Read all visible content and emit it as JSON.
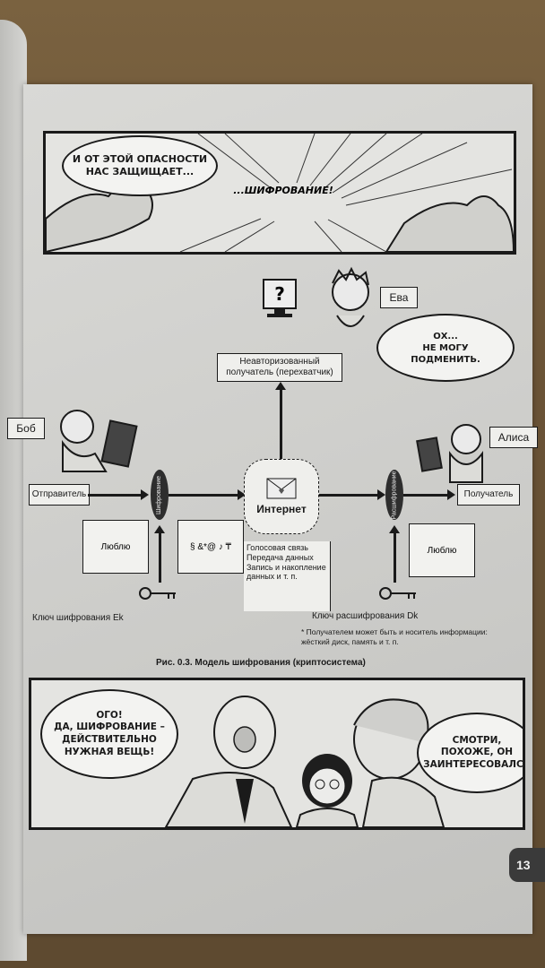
{
  "panel_top": {
    "bubble_text": "И ОТ ЭТОЙ ОПАСНОСТИ\nНАС ЗАЩИЩАЕТ...",
    "burst_text": "...ШИФРОВАНИЕ!"
  },
  "figure": {
    "eve_name": "Ева",
    "eve_speech": "ОХ...\nНЕ МОГУ\nПОДМЕНИТЬ.",
    "unauthorized_receiver": "Неавторизованный\nполучатель (перехватчик)",
    "bob_name": "Боб",
    "alice_name": "Алиса",
    "sender": "Отправитель",
    "encrypt_label": "Шифрование",
    "internet": "Интернет",
    "decrypt_label": "Расшифрование",
    "receiver": "Получатель",
    "plaintext_1": "Люблю",
    "ciphertext": "§ &*@ ♪ ₸",
    "channel_list": "Голосовая связь\nПередача данных\nЗапись и накопление\nданных и т. п.",
    "plaintext_2": "Люблю",
    "encrypt_key": "Ключ шифрования Ek",
    "decrypt_key": "Ключ расшифрования Dk",
    "footnote": "* Получателем может быть и носитель информации:\nжёсткий диск, память и т. п.",
    "caption": "Рис. 0.3. Модель шифрования (криптосистема)"
  },
  "panel_bottom": {
    "left_bubble": "ОГО!\nДА, ШИФРОВАНИЕ –\nДЕЙСТВИТЕЛЬНО\nНУЖНАЯ ВЕЩЬ!",
    "right_bubble": "СМОТРИ,\nПОХОЖЕ, ОН\nЗАИНТЕРЕСОВАЛСЯ"
  },
  "page_number": "13"
}
